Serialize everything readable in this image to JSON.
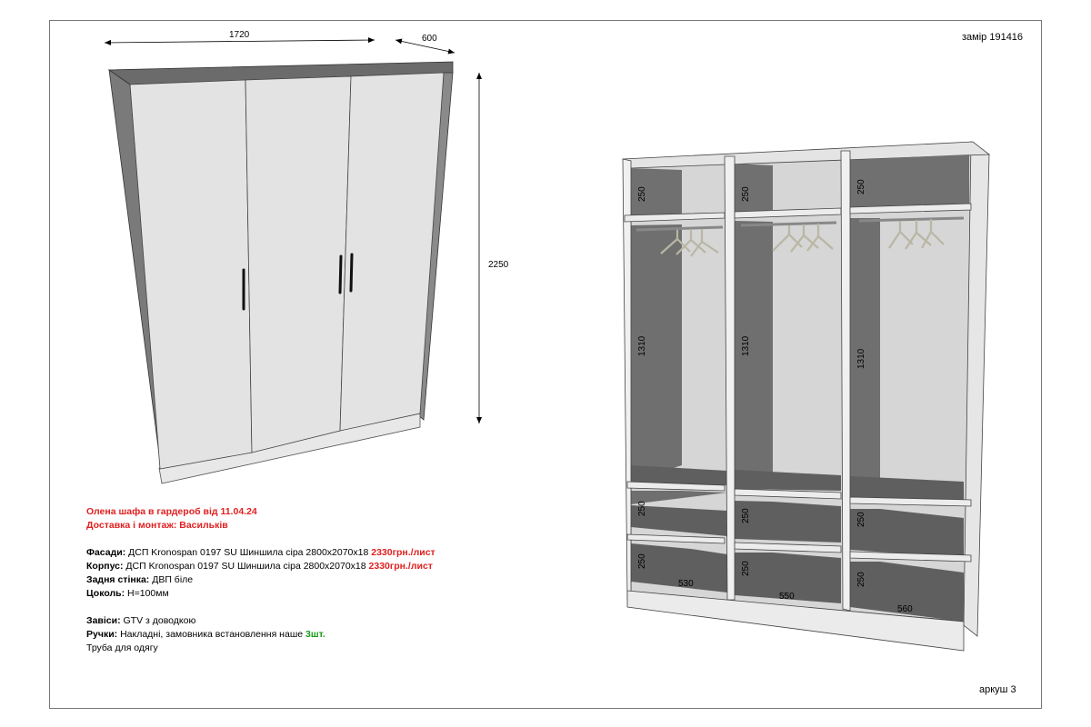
{
  "header": {
    "measure_label": "замір 191416"
  },
  "footer": {
    "sheet_label": "аркуш 3"
  },
  "closed_view": {
    "width_dim": "1720",
    "depth_dim": "600",
    "height_dim": "2250"
  },
  "open_view": {
    "top_shelf_heights": [
      "250",
      "250",
      "250"
    ],
    "hanging_heights": [
      "1310",
      "1310",
      "1310"
    ],
    "lower_shelf_1_heights": [
      "250",
      "250",
      "250"
    ],
    "lower_shelf_2_heights": [
      "250",
      "250",
      "250"
    ],
    "section_widths": [
      "530",
      "550",
      "560"
    ]
  },
  "notes": {
    "title_line": "Олена шафа в гардероб від 11.04.24",
    "delivery_line": "Доставка і монтаж: Васильків",
    "facades": {
      "label": "Фасади:",
      "text": " ДСП Kronospan 0197 SU Шиншила сіра 2800х2070х18 ",
      "price": "2330грн./лист"
    },
    "body": {
      "label": "Корпус:",
      "text": " ДСП Kronospan 0197 SU Шиншила сіра 2800х2070х18 ",
      "price": "2330грн./лист"
    },
    "back": {
      "label": "Задня стінка:",
      "text": "  ДВП біле"
    },
    "plinth": {
      "label": "Цоколь:",
      "text": " Н=100мм"
    },
    "hinges": {
      "label": "Завіси:",
      "text": " GTV з доводкою"
    },
    "handles": {
      "label": "Ручки:",
      "text": " Накладні, замовника встановлення наше ",
      "count": "3шт."
    },
    "rail": {
      "text": "Труба для одягу"
    }
  }
}
